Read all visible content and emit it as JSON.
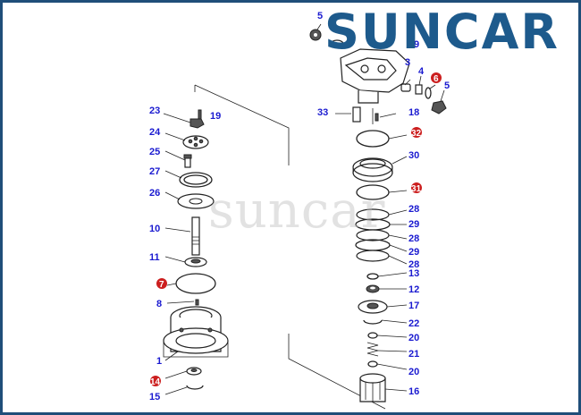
{
  "brand": {
    "name": "SUNCAR",
    "watermark": "suncar"
  },
  "callouts": {
    "p5a": "5",
    "p9": "9",
    "p3": "3",
    "p4": "4",
    "p6": "6",
    "p5b": "5",
    "p33": "33",
    "p18": "18",
    "p32": "32",
    "p30": "30",
    "p31": "31",
    "p28a": "28",
    "p29a": "29",
    "p28b": "28",
    "p29b": "29",
    "p28c": "28",
    "p13": "13",
    "p12": "12",
    "p17": "17",
    "p22": "22",
    "p20a": "20",
    "p21": "21",
    "p20b": "20",
    "p16": "16",
    "p23": "23",
    "p19": "19",
    "p24": "24",
    "p25": "25",
    "p27": "27",
    "p26": "26",
    "p10": "10",
    "p11": "11",
    "p7": "7",
    "p8": "8",
    "p1": "1",
    "p14": "14",
    "p15": "15"
  },
  "colors": {
    "callout": "#1a1ad0",
    "highlight": "#cc1f1f",
    "brand": "#1d5a8c",
    "frame": "#1f4e79"
  }
}
